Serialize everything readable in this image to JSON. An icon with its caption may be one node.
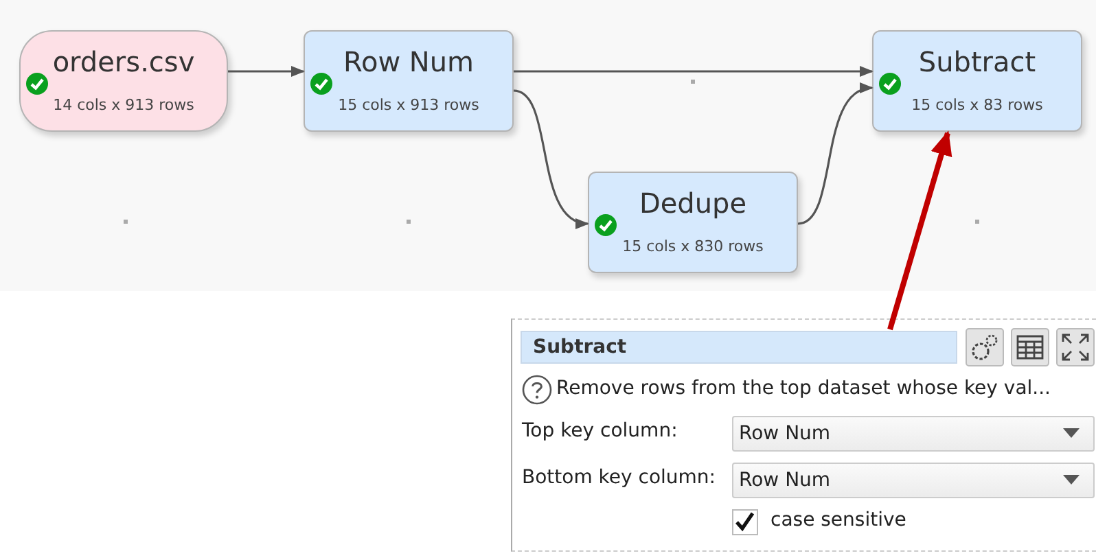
{
  "diagram": {
    "nodes": [
      {
        "text": [
          "orders.csv",
          "14 cols x 913 rows"
        ]
      },
      {
        "text": [
          "Row Num",
          "15 cols x 913 rows"
        ]
      },
      {
        "text": [
          "Subtract",
          "15 cols x 83 rows"
        ]
      },
      {
        "text": [
          "Dedupe",
          "15 cols x 830 rows"
        ]
      },
      {
        "text": [
          "Subtract",
          "Remove rows from the top dataset whose key val..."
        ]
      }
    ],
    "edges": [
      {
        "from": 0,
        "to": 1,
        "arrow": "to"
      },
      {
        "from": 1,
        "to": 2,
        "arrow": "to"
      },
      {
        "from": 1,
        "to": 3,
        "arrow": "to"
      },
      {
        "from": 3,
        "to": 2,
        "arrow": "to"
      },
      {
        "from": 4,
        "to": 2,
        "arrow": "to",
        "style": "thick",
        "color": "#c00000"
      }
    ],
    "labels": [
      "Top key column:",
      "Row Num",
      "Bottom key column:",
      "Row Num",
      "case sensitive"
    ]
  }
}
